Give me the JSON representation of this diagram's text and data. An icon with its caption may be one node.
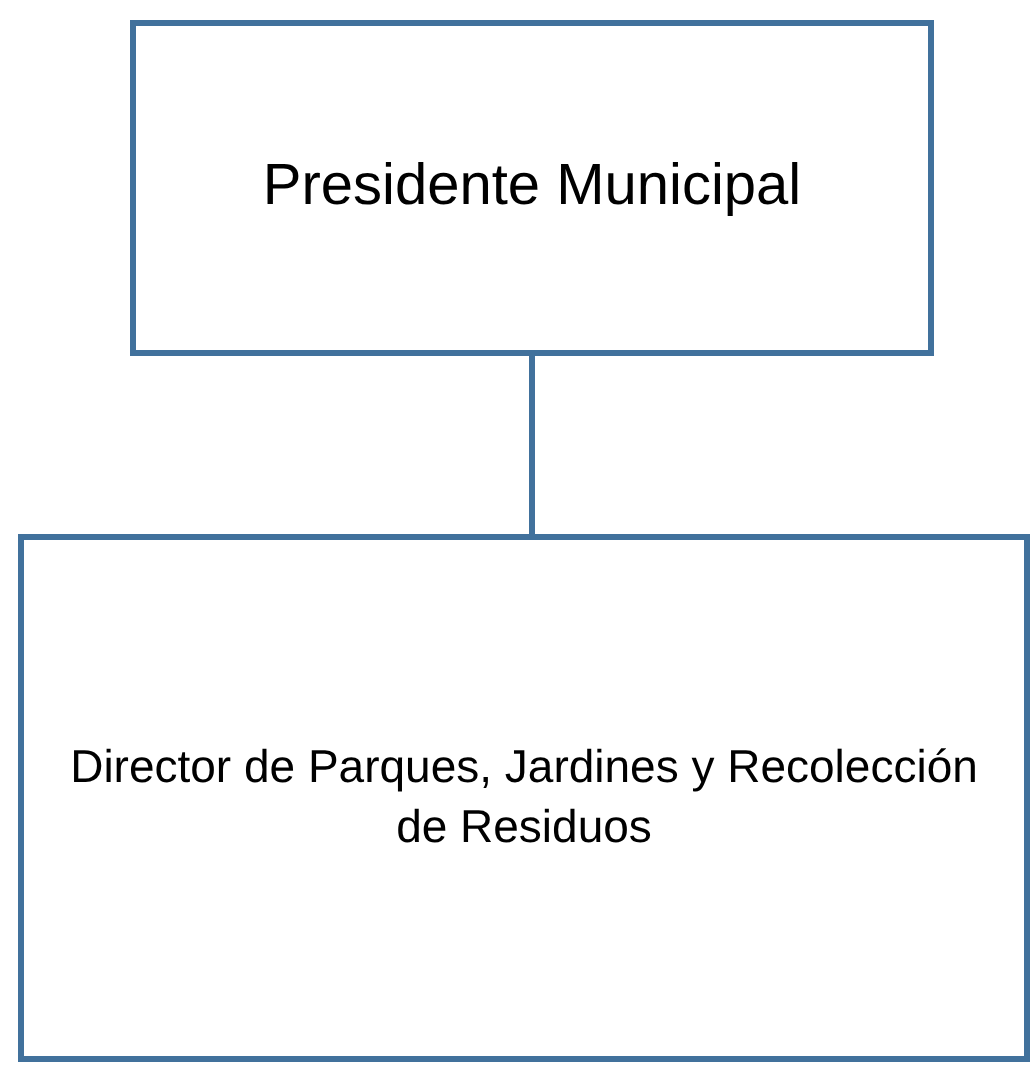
{
  "diagram": {
    "nodes": [
      {
        "text": [
          "Presidente Municipal"
        ]
      },
      {
        "text": [
          "Director de Parques, Jardines y Recolección de Residuos"
        ]
      }
    ],
    "edges": [
      {
        "from": 0,
        "to": 1,
        "arrow": "none"
      }
    ]
  }
}
